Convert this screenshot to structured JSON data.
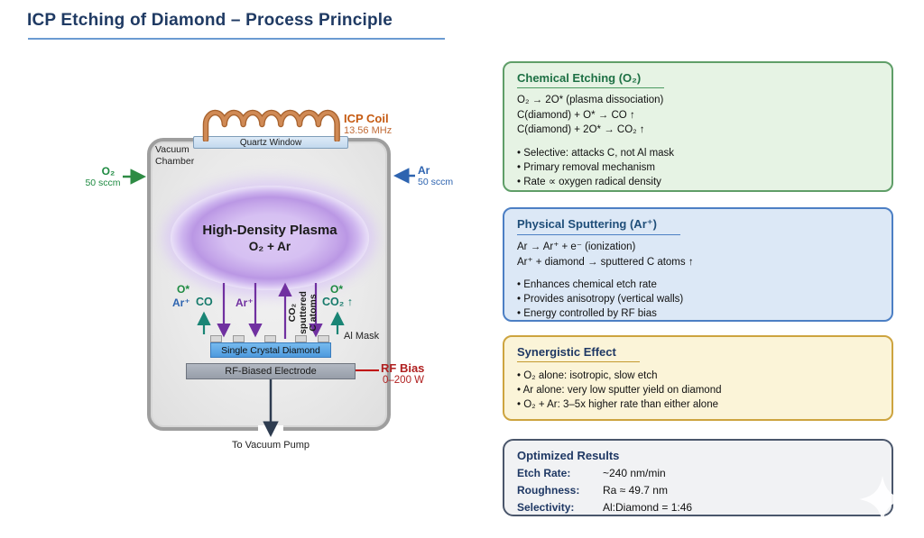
{
  "header": {
    "title": "ICP Etching of Diamond – Process Principle"
  },
  "colors": {
    "accent_blue": "#6b9bd2",
    "title_navy": "#1f3a63",
    "coil_orange": "#c55a11",
    "o2_green": "#1e8a41",
    "ar_blue": "#2e64b0",
    "purple_ion": "#7030a0",
    "teal_product": "#167a6b",
    "rf_red": "#b02020",
    "panel_green_border": "#5f9e68",
    "panel_blue_border": "#4c7fc4",
    "panel_yellow_border": "#cda43f",
    "panel_gray_border": "#4a566b"
  },
  "chamber": {
    "label": "Vacuum\nChamber",
    "window_label": "Quartz Window",
    "coil": {
      "name": "ICP Coil",
      "freq": "13.56 MHz"
    },
    "inlet_left": {
      "gas": "O₂",
      "flow": "50 sccm"
    },
    "inlet_right": {
      "gas": "Ar",
      "flow": "50 sccm"
    },
    "plasma": {
      "line1": "High-Density Plasma",
      "line2": "O₂ + Ar"
    },
    "species": {
      "left_radical": "O*",
      "left_ion": "Ar⁺",
      "left_product": "CO",
      "mid_ion": "Ar⁺",
      "rot_line1": "CO₂",
      "rot_line2": "sputtered",
      "rot_line3": "C atoms",
      "right_radical": "O*",
      "right_product": "CO₂ ↑"
    },
    "mask_label": "Al Mask",
    "diamond_label": "Single Crystal Diamond",
    "electrode_label": "RF-Biased Electrode",
    "rf": {
      "label": "RF Bias",
      "range": "0–200 W"
    },
    "pump_label": "To Vacuum Pump"
  },
  "panels": [
    {
      "title": "Chemical Etching (O₂)",
      "lines": [
        "O₂ → 2O* (plasma dissociation)",
        "C(diamond) + O* → CO ↑",
        "C(diamond) + 2O* → CO₂ ↑"
      ],
      "bullets": [
        "Selective: attacks C, not Al mask",
        "Primary removal mechanism",
        "Rate ∝ oxygen radical density"
      ]
    },
    {
      "title": "Physical Sputtering (Ar⁺)",
      "lines": [
        "Ar → Ar⁺ + e⁻ (ionization)",
        "Ar⁺ + diamond → sputtered C atoms ↑"
      ],
      "bullets": [
        "Enhances chemical etch rate",
        "Provides anisotropy (vertical walls)",
        "Energy controlled by RF bias"
      ]
    },
    {
      "title": "Synergistic Effect",
      "bullets": [
        "O₂ alone: isotropic, slow etch",
        "Ar alone: very low sputter yield on diamond",
        "O₂ + Ar: 3–5x higher rate than either alone"
      ]
    },
    {
      "title": "Optimized Results",
      "rows": [
        {
          "label": "Etch Rate:",
          "value": "~240 nm/min"
        },
        {
          "label": "Roughness:",
          "value": "Ra ≈ 49.7 nm"
        },
        {
          "label": "Selectivity:",
          "value": "Al:Diamond = 1:46"
        }
      ]
    }
  ]
}
